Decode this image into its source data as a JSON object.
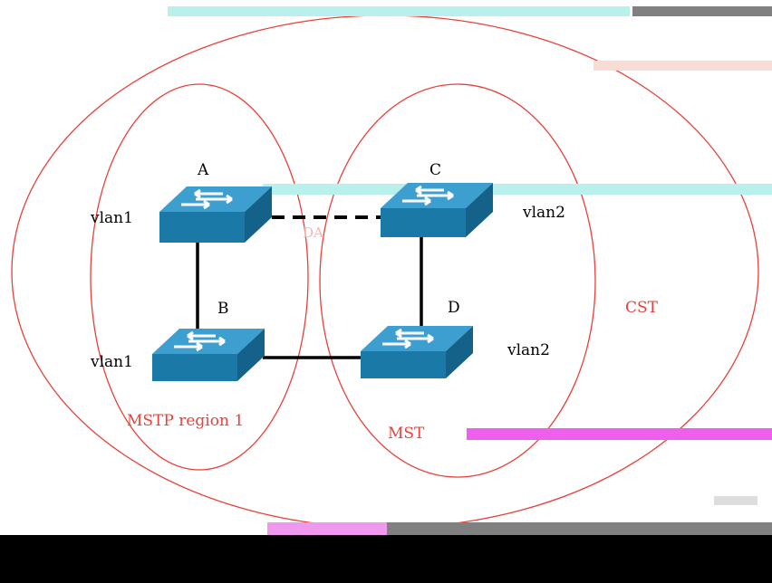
{
  "diagram": {
    "colors": {
      "region_outline": "#e8403a",
      "label_red": "#e8403a",
      "link": "#000000",
      "switch_top": "#3d9fd0",
      "switch_side": "#1b79a8",
      "switch_arrows": "#ffffff",
      "artifact_cyan": "#b8f1ec",
      "artifact_magenta": "#ee5fee",
      "artifact_gray": "#808080",
      "footer": "#000000"
    },
    "switches": [
      {
        "id": "A",
        "label": "A",
        "vlan": "vlan1"
      },
      {
        "id": "B",
        "label": "B",
        "vlan": "vlan1"
      },
      {
        "id": "C",
        "label": "C",
        "vlan": "vlan2"
      },
      {
        "id": "D",
        "label": "D",
        "vlan": "vlan2"
      }
    ],
    "links": [
      {
        "from": "A",
        "to": "B",
        "style": "solid"
      },
      {
        "from": "C",
        "to": "D",
        "style": "solid"
      },
      {
        "from": "B",
        "to": "D",
        "style": "solid"
      },
      {
        "from": "A",
        "to": "C",
        "style": "dashed"
      }
    ],
    "regions": {
      "cst": "CST",
      "region1": "MSTP region 1",
      "region2_partial": "MST"
    },
    "fragments": {
      "da": "DA"
    },
    "icon": "network-switch-icon"
  }
}
